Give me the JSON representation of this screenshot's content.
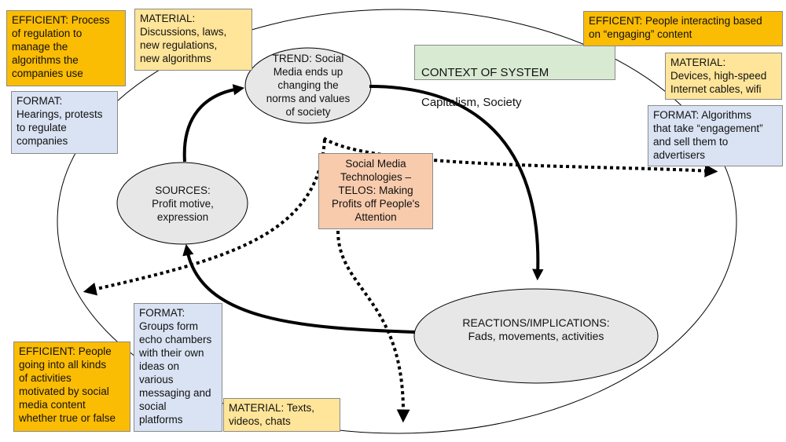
{
  "context": {
    "title": "CONTEXT OF SYSTEM",
    "text": "Capitalism, Society"
  },
  "nodes": {
    "trend": "TREND: Social\nMedia ends up\nchanging the\nnorms and values\nof society",
    "sources": "SOURCES:\nProfit motive,\nexpression",
    "reactions": "REACTIONS/IMPLICATIONS:\nFads, movements, activities",
    "telos": "Social Media\nTechnologies –\nTELOS: Making\nProfits off People's\nAttention"
  },
  "boxes": {
    "efficient_tl": "EFFICIENT: Process\nof regulation to\nmanage the\nalgorithms the\ncompanies use",
    "material_top": "MATERIAL:\nDiscussions, laws,\nnew regulations,\nnew algorithms",
    "format_left": "FORMAT:\nHearings, protests\nto regulate\ncompanies",
    "efficient_tr": "EFFICENT: People interacting based\non “engaging” content",
    "material_tr": "MATERIAL:\nDevices, high-speed\nInternet cables, wifi",
    "format_right": "FORMAT: Algorithms\nthat take “engagement”\nand sell them to\nadvertisers",
    "format_bottom": "FORMAT:\nGroups form\necho chambers\nwith their own\nideas on\nvarious\nmessaging and\nsocial\nplatforms",
    "efficient_bl": "EFFICIENT: People\ngoing into all kinds\nof activities\nmotivated by social\nmedia content\nwhether true or false",
    "material_bottom": "MATERIAL: Texts,\nvideos, chats"
  },
  "colors": {
    "efficient": "#fbbc04",
    "material": "#ffe599",
    "format": "#dae3f3",
    "context": "#d9ead3",
    "telos": "#f8cbad",
    "node": "#e7e7e7"
  }
}
